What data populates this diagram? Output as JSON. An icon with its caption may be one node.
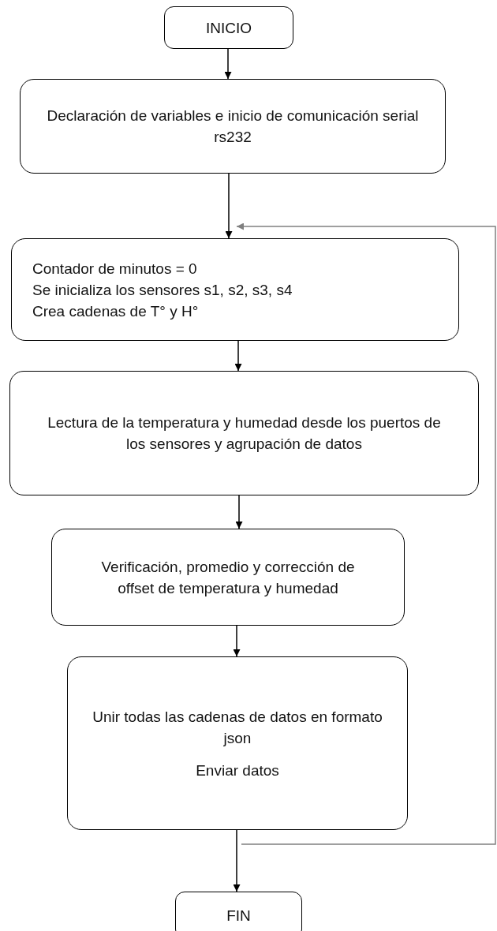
{
  "diagram": {
    "nodes": [
      {
        "text": [
          "INICIO"
        ]
      },
      {
        "text": [
          "Declaración de variables e inicio de comunicación serial rs232"
        ]
      },
      {
        "text": [
          "Contador de minutos = 0",
          "Se inicializa los sensores s1, s2, s3, s4",
          "Crea cadenas de T° y H°"
        ]
      },
      {
        "text": [
          "Lectura de la temperatura y humedad desde los puertos de los sensores y agrupación de datos"
        ]
      },
      {
        "text": [
          "Verificación, promedio y corrección de offset de temperatura y humedad"
        ]
      },
      {
        "text": [
          "Unir todas las cadenas de datos en formato json",
          "Enviar datos"
        ]
      },
      {
        "text": [
          "FIN"
        ]
      }
    ],
    "edges": [
      {
        "from": 0,
        "to": 1,
        "arrow": "to"
      },
      {
        "from": 1,
        "to": 2,
        "arrow": "to"
      },
      {
        "from": 2,
        "to": 3,
        "arrow": "to"
      },
      {
        "from": 3,
        "to": 4,
        "arrow": "to"
      },
      {
        "from": 4,
        "to": 5,
        "arrow": "to"
      },
      {
        "from": 5,
        "to": 6,
        "arrow": "to"
      },
      {
        "from": 5,
        "to": 2,
        "arrow": "to",
        "color": "#808080"
      }
    ]
  }
}
